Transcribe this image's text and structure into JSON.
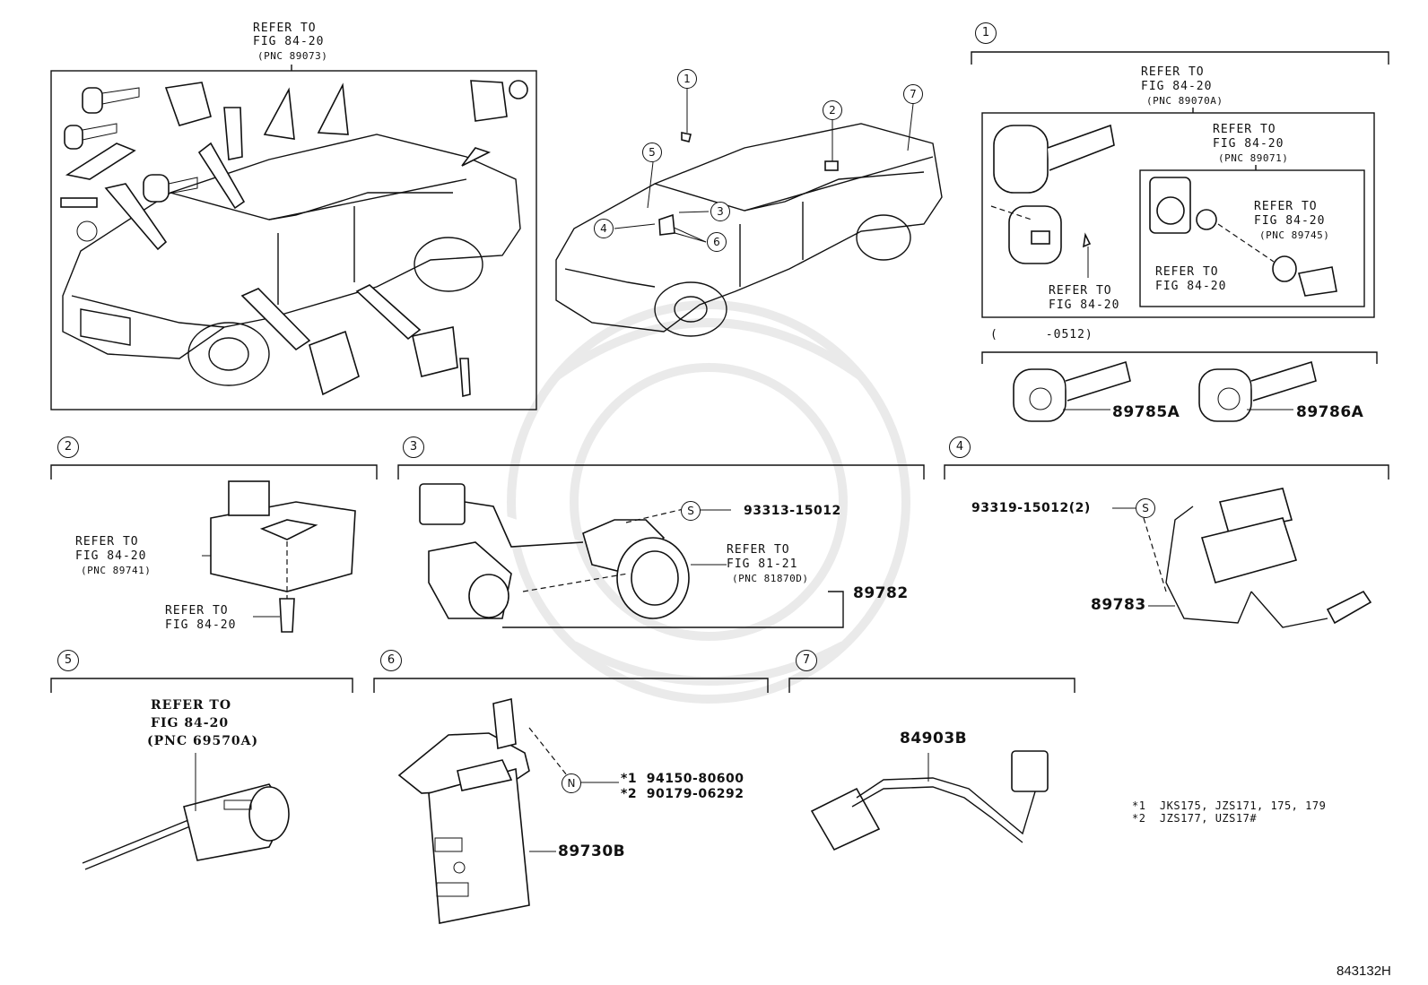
{
  "top_left": {
    "refer": [
      "REFER TO",
      "FIG 84-20",
      "(PNC 89073)"
    ]
  },
  "center_car": {
    "badges": [
      "1",
      "2",
      "3",
      "4",
      "5",
      "6",
      "7"
    ]
  },
  "panel_1": {
    "badge": "1",
    "refer_a": [
      "REFER TO",
      "FIG 84-20",
      "(PNC 89070A)"
    ],
    "refer_b": [
      "REFER TO",
      "FIG 84-20",
      "(PNC 89071)"
    ],
    "refer_c": [
      "REFER TO",
      "FIG 84-20",
      "(PNC 89745)"
    ],
    "refer_d": [
      "REFER TO",
      "FIG 84-20"
    ],
    "refer_e": [
      "REFER TO",
      "FIG 84-20"
    ],
    "range": "(      -0512)",
    "key_a": "89785A",
    "key_b": "89786A"
  },
  "panel_2": {
    "badge": "2",
    "refer_a": [
      "REFER TO",
      "FIG 84-20",
      "(PNC 89741)"
    ],
    "refer_b": [
      "REFER TO",
      "FIG 84-20"
    ]
  },
  "panel_3": {
    "badge": "3",
    "s_symbol": "S",
    "clip_part": "93313-15012",
    "refer": [
      "REFER TO",
      "FIG 81-21",
      "(PNC 81870D)"
    ],
    "part": "89782"
  },
  "panel_4": {
    "badge": "4",
    "s_symbol": "S",
    "clip_part": "93319-15012(2)",
    "part": "89783"
  },
  "panel_5": {
    "badge": "5",
    "refer": [
      "REFER TO",
      "FIG 84-20",
      "(PNC 69570A)"
    ]
  },
  "panel_6": {
    "badge": "6",
    "n_symbol": "N",
    "bolt_1": "*1  94150-80600",
    "bolt_2": "*2  90179-06292",
    "part": "89730B"
  },
  "panel_7": {
    "badge": "7",
    "part": "84903B"
  },
  "footnotes": [
    "*1  JKS175, JZS171, 175, 179",
    "*2  JZS177, UZS17#"
  ],
  "figure_id": "843132H"
}
